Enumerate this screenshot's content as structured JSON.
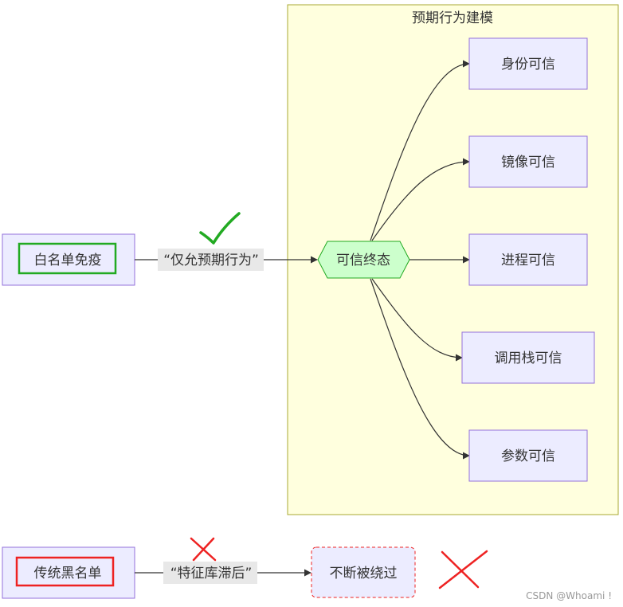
{
  "cluster": {
    "title": "预期行为建模"
  },
  "nodes": {
    "whitelist": "白名单免疫",
    "trusted_state": "可信终态",
    "identity": "身份可信",
    "image": "镜像可信",
    "process": "进程可信",
    "callstack": "调用栈可信",
    "params": "参数可信",
    "blacklist": "传统黑名单",
    "bypassed": "不断被绕过"
  },
  "edge_labels": {
    "whitelist_to_trusted": "“仅允预期行为”",
    "blacklist_to_bypassed": "“特征库滞后”"
  },
  "marks": {
    "check_color": "#22aa22",
    "cross_color": "#ee2222",
    "good_box_color": "#22aa22",
    "bad_box_color": "#ee2222"
  },
  "watermark": "CSDN @Whoami !"
}
